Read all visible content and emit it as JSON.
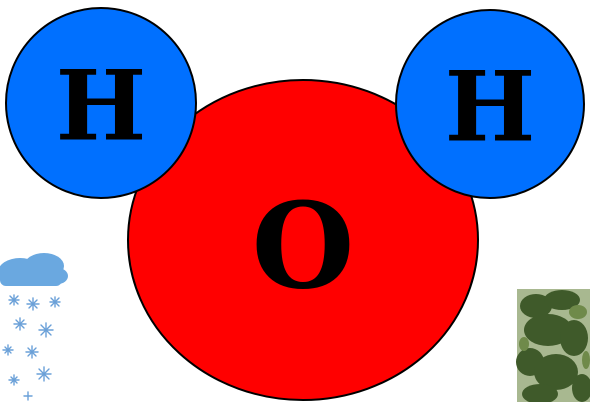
{
  "molecule": {
    "oxygen": {
      "symbol": "O",
      "color": "#ff0000"
    },
    "hydrogen_left": {
      "symbol": "H",
      "color": "#0070ff"
    },
    "hydrogen_right": {
      "symbol": "H",
      "color": "#0070ff"
    },
    "outline_color": "#000000"
  },
  "decorations": {
    "snow_cloud": {
      "icon": "snow-cloud-icon",
      "cloud_color": "#6aa8e0",
      "flake_color": "#6aa0d8"
    },
    "tree_photo": {
      "icon": "tree-photo",
      "colors": [
        "#3f5a2a",
        "#6f8a4a",
        "#a8b890"
      ]
    }
  }
}
